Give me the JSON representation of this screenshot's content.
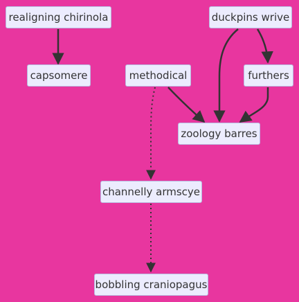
{
  "diagram": {
    "nodes": [
      {
        "id": "realigning",
        "label": "realigning chirinola"
      },
      {
        "id": "duckpins",
        "label": "duckpins wrive"
      },
      {
        "id": "capsomere",
        "label": "capsomere"
      },
      {
        "id": "methodical",
        "label": "methodical"
      },
      {
        "id": "furthers",
        "label": "furthers"
      },
      {
        "id": "zoology",
        "label": "zoology barres"
      },
      {
        "id": "channelly",
        "label": "channelly armscye"
      },
      {
        "id": "bobbling",
        "label": "bobbling craniopagus"
      }
    ],
    "edges": [
      {
        "from": "realigning",
        "to": "capsomere",
        "style": "solid"
      },
      {
        "from": "duckpins",
        "to": "furthers",
        "style": "solid"
      },
      {
        "from": "duckpins",
        "to": "zoology",
        "style": "solid"
      },
      {
        "from": "methodical",
        "to": "zoology",
        "style": "solid"
      },
      {
        "from": "furthers",
        "to": "zoology",
        "style": "solid"
      },
      {
        "from": "methodical",
        "to": "channelly",
        "style": "dotted"
      },
      {
        "from": "channelly",
        "to": "bobbling",
        "style": "dotted"
      }
    ],
    "colors": {
      "background": "#e8369f",
      "node_fill": "#ececfe",
      "node_border": "#b9b9e0",
      "edge": "#333333",
      "text": "#333333"
    }
  }
}
